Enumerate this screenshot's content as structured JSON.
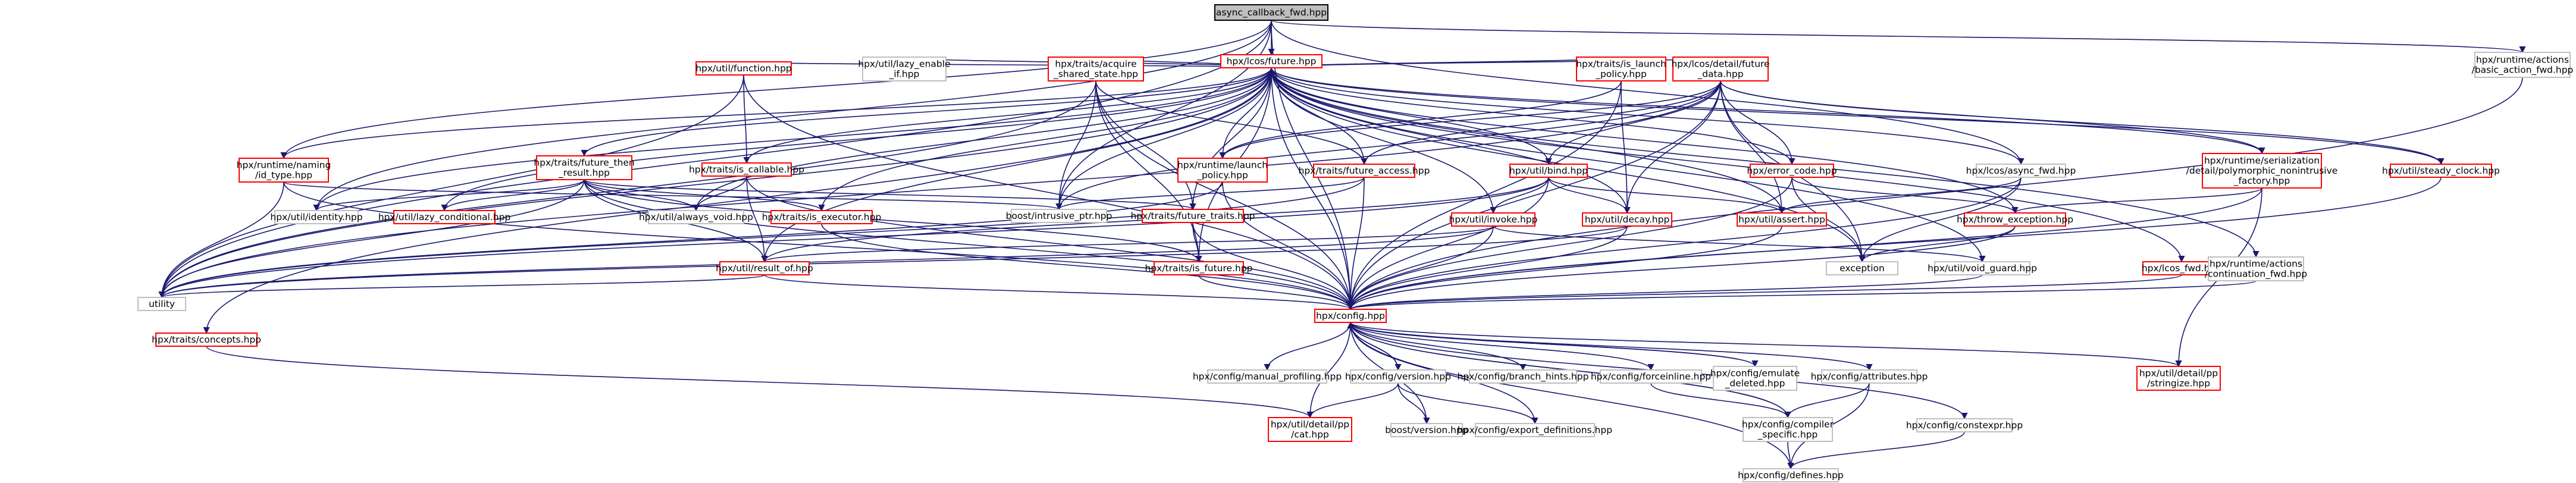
{
  "nodes": [
    {
      "id": "root",
      "label": "async_callback_fwd.hpp",
      "style": "root"
    },
    {
      "id": "future",
      "label": "hpx/lcos/future.hpp",
      "style": "red"
    },
    {
      "id": "basic_action_fwd",
      "label": "hpx/runtime/actions/basic_action_fwd.hpp",
      "lines": [
        "hpx/runtime/actions",
        "/basic_action_fwd.hpp"
      ],
      "style": "plain"
    },
    {
      "id": "util_function",
      "label": "hpx/util/function.hpp",
      "style": "red"
    },
    {
      "id": "lazy_enable_if",
      "label": "hpx/util/lazy_enable_if.hpp",
      "lines": [
        "hpx/util/lazy_enable",
        "_if.hpp"
      ],
      "style": "plain"
    },
    {
      "id": "acquire_shared_state",
      "label": "hpx/traits/acquire_shared_state.hpp",
      "lines": [
        "hpx/traits/acquire",
        "_shared_state.hpp"
      ],
      "style": "red"
    },
    {
      "id": "is_launch_policy",
      "label": "hpx/traits/is_launch_policy.hpp",
      "lines": [
        "hpx/traits/is_launch",
        "_policy.hpp"
      ],
      "style": "red"
    },
    {
      "id": "future_data",
      "label": "hpx/lcos/detail/future_data.hpp",
      "lines": [
        "hpx/lcos/detail/future",
        "_data.hpp"
      ],
      "style": "red"
    },
    {
      "id": "naming_id_type",
      "label": "hpx/runtime/naming/id_type.hpp",
      "lines": [
        "hpx/runtime/naming",
        "/id_type.hpp"
      ],
      "style": "red"
    },
    {
      "id": "future_then_result",
      "label": "hpx/traits/future_then_result.hpp",
      "lines": [
        "hpx/traits/future_then",
        "_result.hpp"
      ],
      "style": "red"
    },
    {
      "id": "is_callable",
      "label": "hpx/traits/is_callable.hpp",
      "style": "red"
    },
    {
      "id": "launch_policy",
      "label": "hpx/runtime/launch_policy.hpp",
      "lines": [
        "hpx/runtime/launch",
        "_policy.hpp"
      ],
      "style": "red"
    },
    {
      "id": "future_access",
      "label": "hpx/traits/future_access.hpp",
      "style": "red"
    },
    {
      "id": "util_bind",
      "label": "hpx/util/bind.hpp",
      "style": "red"
    },
    {
      "id": "error_code",
      "label": "hpx/error_code.hpp",
      "style": "red"
    },
    {
      "id": "async_fwd",
      "label": "hpx/lcos/async_fwd.hpp",
      "style": "plain"
    },
    {
      "id": "polymorphic_factory",
      "label": "hpx/runtime/serialization/detail/polymorphic_nonintrusive_factory.hpp",
      "lines": [
        "hpx/runtime/serialization",
        "/detail/polymorphic_nonintrusive",
        "_factory.hpp"
      ],
      "style": "red"
    },
    {
      "id": "steady_clock",
      "label": "hpx/util/steady_clock.hpp",
      "style": "red"
    },
    {
      "id": "util_identity",
      "label": "hpx/util/identity.hpp",
      "style": "plain"
    },
    {
      "id": "lazy_conditional",
      "label": "hpx/util/lazy_conditional.hpp",
      "style": "red"
    },
    {
      "id": "always_void",
      "label": "hpx/util/always_void.hpp",
      "style": "plain"
    },
    {
      "id": "is_executor",
      "label": "hpx/traits/is_executor.hpp",
      "style": "red"
    },
    {
      "id": "intrusive_ptr",
      "label": "boost/intrusive_ptr.hpp",
      "style": "plain"
    },
    {
      "id": "future_traits",
      "label": "hpx/traits/future_traits.hpp",
      "style": "red"
    },
    {
      "id": "util_invoke",
      "label": "hpx/util/invoke.hpp",
      "style": "red"
    },
    {
      "id": "util_decay",
      "label": "hpx/util/decay.hpp",
      "style": "red"
    },
    {
      "id": "util_assert",
      "label": "hpx/util/assert.hpp",
      "style": "red"
    },
    {
      "id": "throw_exception",
      "label": "hpx/throw_exception.hpp",
      "style": "red"
    },
    {
      "id": "result_of",
      "label": "hpx/util/result_of.hpp",
      "style": "red"
    },
    {
      "id": "is_future",
      "label": "hpx/traits/is_future.hpp",
      "style": "red"
    },
    {
      "id": "exception",
      "label": "exception",
      "style": "plain"
    },
    {
      "id": "void_guard",
      "label": "hpx/util/void_guard.hpp",
      "style": "plain"
    },
    {
      "id": "lcos_fwd",
      "label": "hpx/lcos_fwd.hpp",
      "style": "red"
    },
    {
      "id": "continuation_fwd",
      "label": "hpx/runtime/actions/continuation_fwd.hpp",
      "lines": [
        "hpx/runtime/actions",
        "/continuation_fwd.hpp"
      ],
      "style": "plain"
    },
    {
      "id": "utility",
      "label": "utility",
      "style": "plain"
    },
    {
      "id": "concepts",
      "label": "hpx/traits/concepts.hpp",
      "style": "red"
    },
    {
      "id": "config",
      "label": "hpx/config.hpp",
      "style": "red"
    },
    {
      "id": "manual_profiling",
      "label": "hpx/config/manual_profiling.hpp",
      "style": "plain"
    },
    {
      "id": "config_version",
      "label": "hpx/config/version.hpp",
      "style": "plain"
    },
    {
      "id": "branch_hints",
      "label": "hpx/config/branch_hints.hpp",
      "style": "plain"
    },
    {
      "id": "forceinline",
      "label": "hpx/config/forceinline.hpp",
      "style": "plain"
    },
    {
      "id": "emulate_deleted",
      "label": "hpx/config/emulate_deleted.hpp",
      "lines": [
        "hpx/config/emulate",
        "_deleted.hpp"
      ],
      "style": "plain"
    },
    {
      "id": "config_attributes",
      "label": "hpx/config/attributes.hpp",
      "style": "plain"
    },
    {
      "id": "pp_stringize",
      "label": "hpx/util/detail/pp/stringize.hpp",
      "lines": [
        "hpx/util/detail/pp",
        "/stringize.hpp"
      ],
      "style": "red"
    },
    {
      "id": "pp_cat",
      "label": "hpx/util/detail/pp/cat.hpp",
      "lines": [
        "hpx/util/detail/pp",
        "/cat.hpp"
      ],
      "style": "red"
    },
    {
      "id": "boost_version",
      "label": "boost/version.hpp",
      "style": "plain"
    },
    {
      "id": "export_definitions",
      "label": "hpx/config/export_definitions.hpp",
      "style": "plain"
    },
    {
      "id": "compiler_specific",
      "label": "hpx/config/compiler_specific.hpp",
      "lines": [
        "hpx/config/compiler",
        "_specific.hpp"
      ],
      "style": "plain"
    },
    {
      "id": "constexpr",
      "label": "hpx/config/constexpr.hpp",
      "style": "plain"
    },
    {
      "id": "defines",
      "label": "hpx/config/defines.hpp",
      "style": "plain"
    }
  ],
  "edges": [
    [
      "root",
      "future"
    ],
    [
      "root",
      "basic_action_fwd"
    ],
    [
      "root",
      "config"
    ],
    [
      "root",
      "naming_id_type"
    ],
    [
      "root",
      "util_identity"
    ],
    [
      "root",
      "async_fwd"
    ],
    [
      "root",
      "intrusive_ptr"
    ],
    [
      "root",
      "utility"
    ],
    [
      "basic_action_fwd",
      "config"
    ],
    [
      "future",
      "util_function"
    ],
    [
      "future",
      "lazy_enable_if"
    ],
    [
      "future",
      "acquire_shared_state"
    ],
    [
      "future",
      "is_launch_policy"
    ],
    [
      "future",
      "future_data"
    ],
    [
      "future",
      "naming_id_type"
    ],
    [
      "future",
      "future_then_result"
    ],
    [
      "future",
      "is_callable"
    ],
    [
      "future",
      "launch_policy"
    ],
    [
      "future",
      "future_access"
    ],
    [
      "future",
      "util_bind"
    ],
    [
      "future",
      "error_code"
    ],
    [
      "future",
      "async_fwd"
    ],
    [
      "future",
      "polymorphic_factory"
    ],
    [
      "future",
      "steady_clock"
    ],
    [
      "future",
      "util_identity"
    ],
    [
      "future",
      "lazy_conditional"
    ],
    [
      "future",
      "always_void"
    ],
    [
      "future",
      "is_executor"
    ],
    [
      "future",
      "intrusive_ptr"
    ],
    [
      "future",
      "future_traits"
    ],
    [
      "future",
      "util_invoke"
    ],
    [
      "future",
      "util_decay"
    ],
    [
      "future",
      "util_assert"
    ],
    [
      "future",
      "throw_exception"
    ],
    [
      "future",
      "result_of"
    ],
    [
      "future",
      "is_future"
    ],
    [
      "future",
      "exception"
    ],
    [
      "future",
      "void_guard"
    ],
    [
      "future",
      "lcos_fwd"
    ],
    [
      "future",
      "continuation_fwd"
    ],
    [
      "future",
      "utility"
    ],
    [
      "future",
      "concepts"
    ],
    [
      "future",
      "config"
    ],
    [
      "util_function",
      "is_callable"
    ],
    [
      "util_function",
      "config"
    ],
    [
      "util_function",
      "utility"
    ],
    [
      "acquire_shared_state",
      "future_access"
    ],
    [
      "acquire_shared_state",
      "future_traits"
    ],
    [
      "acquire_shared_state",
      "is_future"
    ],
    [
      "acquire_shared_state",
      "intrusive_ptr"
    ],
    [
      "acquire_shared_state",
      "config"
    ],
    [
      "acquire_shared_state",
      "utility"
    ],
    [
      "is_launch_policy",
      "launch_policy"
    ],
    [
      "is_launch_policy",
      "util_decay"
    ],
    [
      "is_launch_policy",
      "config"
    ],
    [
      "future_data",
      "future_access"
    ],
    [
      "future_data",
      "util_bind"
    ],
    [
      "future_data",
      "error_code"
    ],
    [
      "future_data",
      "util_decay"
    ],
    [
      "future_data",
      "util_assert"
    ],
    [
      "future_data",
      "steady_clock"
    ],
    [
      "future_data",
      "polymorphic_factory"
    ],
    [
      "future_data",
      "intrusive_ptr"
    ],
    [
      "future_data",
      "launch_policy"
    ],
    [
      "future_data",
      "exception"
    ],
    [
      "future_data",
      "utility"
    ],
    [
      "future_data",
      "config"
    ],
    [
      "naming_id_type",
      "intrusive_ptr"
    ],
    [
      "naming_id_type",
      "config"
    ],
    [
      "naming_id_type",
      "utility"
    ],
    [
      "future_then_result",
      "util_identity"
    ],
    [
      "future_then_result",
      "lazy_conditional"
    ],
    [
      "future_then_result",
      "always_void"
    ],
    [
      "future_then_result",
      "is_executor"
    ],
    [
      "future_then_result",
      "future_traits"
    ],
    [
      "future_then_result",
      "result_of"
    ],
    [
      "future_then_result",
      "is_future"
    ],
    [
      "future_then_result",
      "config"
    ],
    [
      "future_then_result",
      "utility"
    ],
    [
      "is_callable",
      "always_void"
    ],
    [
      "is_callable",
      "result_of"
    ],
    [
      "is_callable",
      "config"
    ],
    [
      "launch_policy",
      "config"
    ],
    [
      "launch_policy",
      "utility"
    ],
    [
      "future_access",
      "intrusive_ptr"
    ],
    [
      "future_access",
      "config"
    ],
    [
      "future_access",
      "utility"
    ],
    [
      "util_bind",
      "util_invoke"
    ],
    [
      "util_bind",
      "util_decay"
    ],
    [
      "util_bind",
      "util_assert"
    ],
    [
      "util_bind",
      "result_of"
    ],
    [
      "util_bind",
      "config"
    ],
    [
      "util_bind",
      "utility"
    ],
    [
      "error_code",
      "throw_exception"
    ],
    [
      "error_code",
      "exception"
    ],
    [
      "error_code",
      "config"
    ],
    [
      "async_fwd",
      "util_assert"
    ],
    [
      "async_fwd",
      "exception"
    ],
    [
      "async_fwd",
      "config"
    ],
    [
      "polymorphic_factory",
      "throw_exception"
    ],
    [
      "polymorphic_factory",
      "pp_stringize"
    ],
    [
      "polymorphic_factory",
      "config"
    ],
    [
      "steady_clock",
      "config"
    ],
    [
      "is_executor",
      "config"
    ],
    [
      "future_traits",
      "is_future"
    ],
    [
      "future_traits",
      "config"
    ],
    [
      "util_invoke",
      "result_of"
    ],
    [
      "util_invoke",
      "void_guard"
    ],
    [
      "util_invoke",
      "config"
    ],
    [
      "util_invoke",
      "utility"
    ],
    [
      "util_decay",
      "config"
    ],
    [
      "util_decay",
      "utility"
    ],
    [
      "util_assert",
      "config"
    ],
    [
      "throw_exception",
      "exception"
    ],
    [
      "throw_exception",
      "config"
    ],
    [
      "result_of",
      "config"
    ],
    [
      "result_of",
      "utility"
    ],
    [
      "is_future",
      "config"
    ],
    [
      "void_guard",
      "config"
    ],
    [
      "lcos_fwd",
      "config"
    ],
    [
      "continuation_fwd",
      "config"
    ],
    [
      "concepts",
      "pp_cat"
    ],
    [
      "config",
      "manual_profiling"
    ],
    [
      "config",
      "config_version"
    ],
    [
      "config",
      "branch_hints"
    ],
    [
      "config",
      "forceinline"
    ],
    [
      "config",
      "emulate_deleted"
    ],
    [
      "config",
      "config_attributes"
    ],
    [
      "config",
      "pp_stringize"
    ],
    [
      "config",
      "pp_cat"
    ],
    [
      "config",
      "export_definitions"
    ],
    [
      "config",
      "compiler_specific"
    ],
    [
      "config",
      "constexpr"
    ],
    [
      "config",
      "defines"
    ],
    [
      "config",
      "boost_version"
    ],
    [
      "config_version",
      "pp_cat"
    ],
    [
      "config_version",
      "boost_version"
    ],
    [
      "config_version",
      "export_definitions"
    ],
    [
      "config_version",
      "config"
    ],
    [
      "forceinline",
      "compiler_specific"
    ],
    [
      "emulate_deleted",
      "config"
    ],
    [
      "config_attributes",
      "compiler_specific"
    ],
    [
      "config_attributes",
      "defines"
    ],
    [
      "compiler_specific",
      "defines"
    ],
    [
      "compiler_specific",
      "config"
    ],
    [
      "constexpr",
      "defines"
    ]
  ]
}
